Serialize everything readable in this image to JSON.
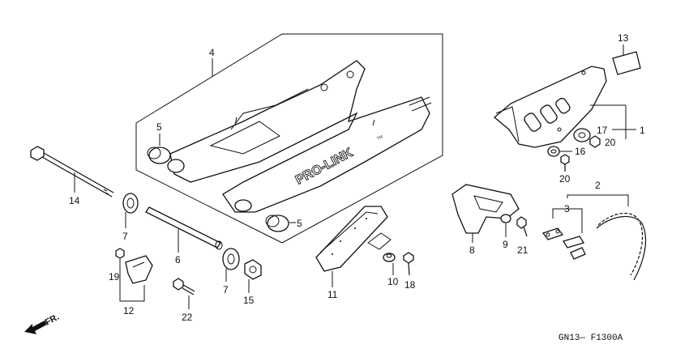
{
  "diagram": {
    "code": "GN13— F1300A",
    "brand_text": "PRO-LINK",
    "tm_mark": "TM",
    "direction_label": "FR.",
    "callouts": {
      "c1": "1",
      "c2": "2",
      "c3": "3",
      "c4": "4",
      "c5a": "5",
      "c5b": "5",
      "c6": "6",
      "c7a": "7",
      "c7b": "7",
      "c8": "8",
      "c9": "9",
      "c10": "10",
      "c11": "11",
      "c12": "12",
      "c13": "13",
      "c14": "14",
      "c15": "15",
      "c16": "16",
      "c17": "17",
      "c18": "18",
      "c19": "19",
      "c20a": "20",
      "c20b": "20",
      "c21": "21",
      "c22": "22"
    }
  }
}
